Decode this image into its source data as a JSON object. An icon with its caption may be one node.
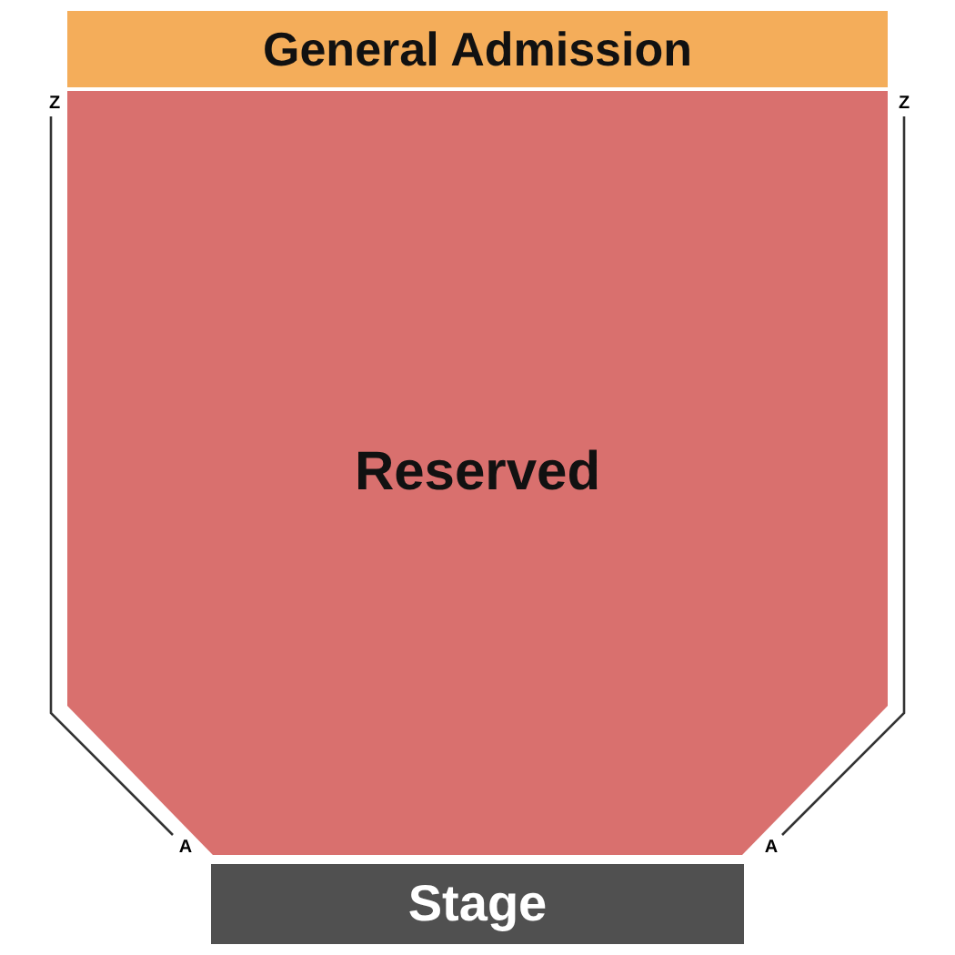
{
  "diagram": {
    "nodes": [
      {
        "text": [
          "General Admission"
        ]
      },
      {
        "text": [
          "Reserved"
        ]
      },
      {
        "text": [
          "Stage"
        ]
      }
    ],
    "labels": [
      "Z",
      "Z",
      "A",
      "A"
    ]
  }
}
